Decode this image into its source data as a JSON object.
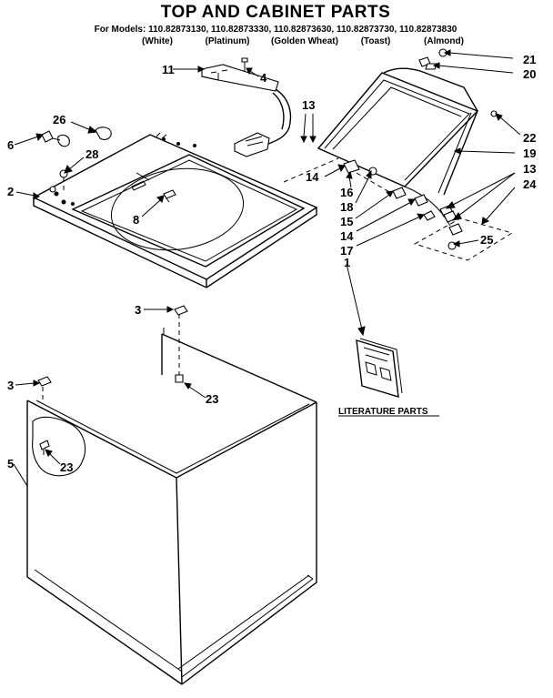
{
  "header": {
    "title": "TOP AND CABINET PARTS",
    "models_line": "For Models: 110.82873130, 110.82873330, 110.82873630, 110.82873730, 110.82873830",
    "colors": [
      "(White)",
      "(Platinum)",
      "(Golden Wheat)",
      "(Toast)",
      "(Almond)"
    ]
  },
  "callouts": {
    "c11": "11",
    "c4": "4",
    "c26": "26",
    "c6": "6",
    "c28": "28",
    "c2": "2",
    "c8": "8",
    "c13a": "13",
    "c14a": "14",
    "c16": "16",
    "c18": "18",
    "c15": "15",
    "c14b": "14",
    "c17": "17",
    "c1": "1",
    "c21": "21",
    "c20": "20",
    "c22": "22",
    "c19": "19",
    "c13b": "13",
    "c24": "24",
    "c25": "25",
    "c3a": "3",
    "c23a": "23",
    "c3b": "3",
    "c5": "5",
    "c23b": "23"
  },
  "literature": {
    "label": "LITERATURE PARTS"
  },
  "styles": {
    "ink": "#000000",
    "paper": "#ffffff"
  }
}
